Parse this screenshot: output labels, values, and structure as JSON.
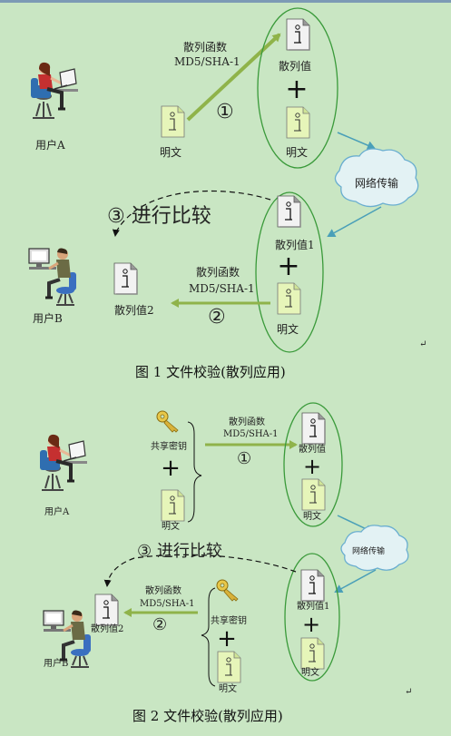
{
  "figure1": {
    "user_a": "用户A",
    "user_b": "用户B",
    "hash_func": "散列函数",
    "algo": "MD5/SHA-1",
    "hash_value": "散列值",
    "hash_value1": "散列值1",
    "hash_value2": "散列值2",
    "plaintext": "明文",
    "network": "网络传输",
    "step1": "①",
    "step2": "②",
    "step3": "③ 进行比较",
    "caption": "图 1 文件校验(散列应用)",
    "mark": "↵"
  },
  "figure2": {
    "user_a": "用户A",
    "user_b": "用户B",
    "hash_func": "散列函数",
    "algo": "MD5/SHA-1",
    "shared_key": "共享密钥",
    "hash_value": "散列值",
    "hash_value1": "散列值1",
    "hash_value2": "散列值2",
    "plaintext": "明文",
    "network": "网络传输",
    "step1": "①",
    "step2": "②",
    "step3": "③ 进行比较",
    "caption": "图 2  文件校验(散列应用)",
    "mark": "↵"
  },
  "colors": {
    "background": "#c9e6c3",
    "arrow_green": "#8fb34a",
    "ellipse_green": "#3a9a3a",
    "network_arrow": "#4a9fb8",
    "cloud_fill": "#e3f2f4",
    "cloud_stroke": "#6aaed0",
    "doc_green": "#e6f5b9"
  }
}
